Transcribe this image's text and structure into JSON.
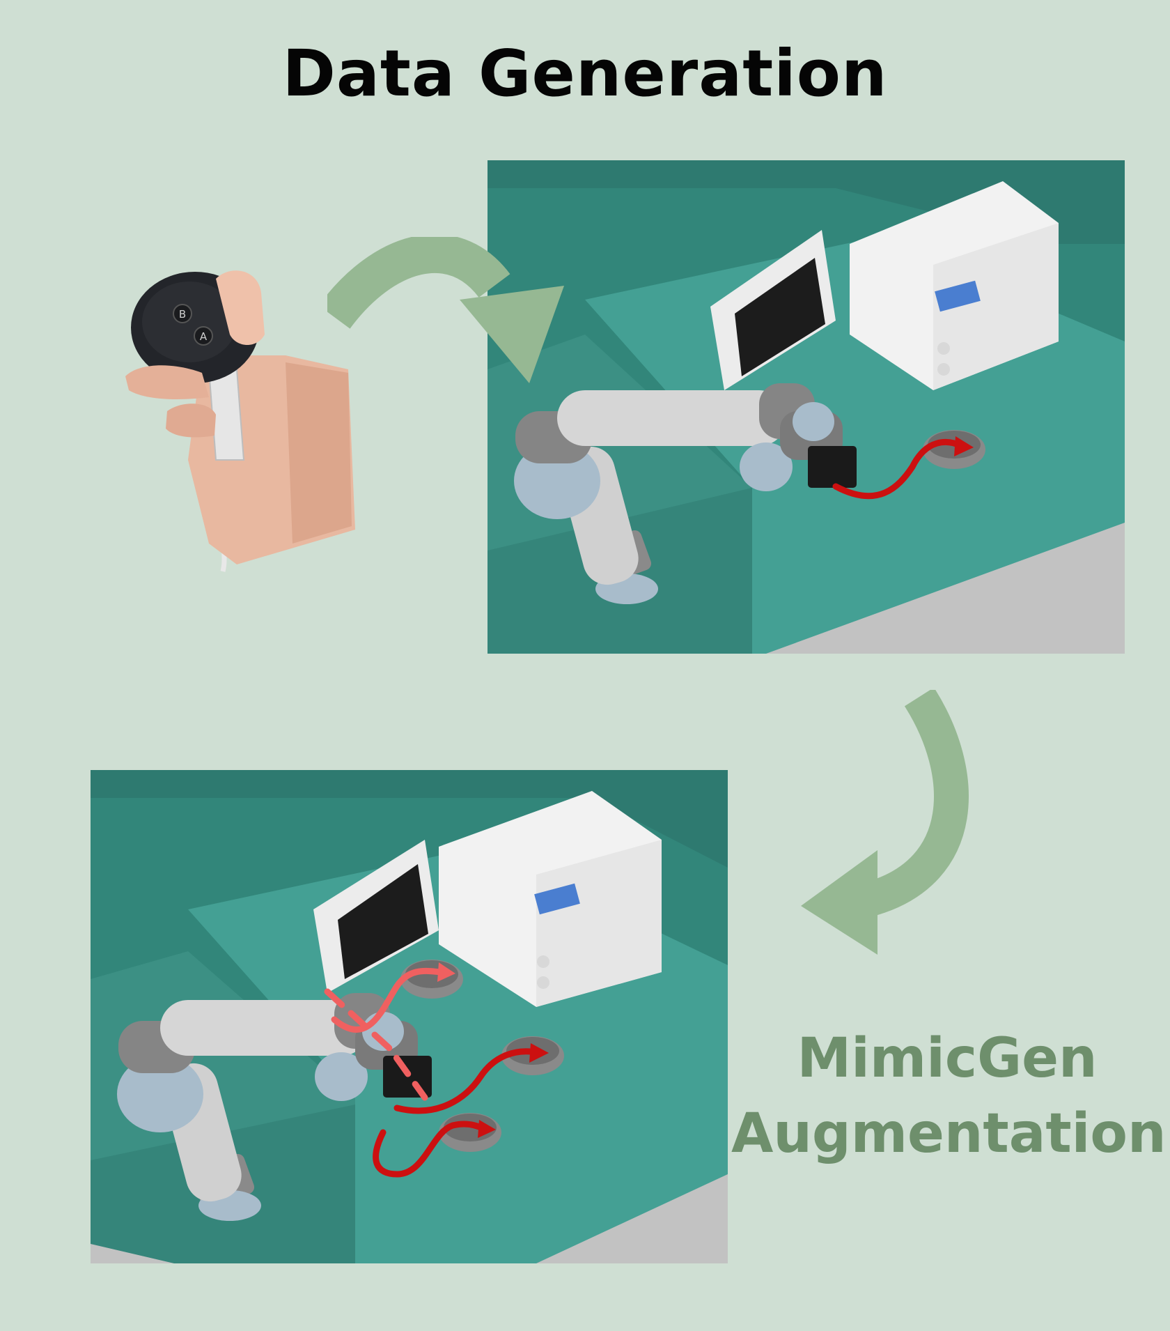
{
  "title": "Data Generation",
  "augmentation_label": {
    "line1": "MimicGen",
    "line2": "Augmentation"
  },
  "controller_buttons": {
    "top": "B",
    "bottom": "A"
  },
  "colors": {
    "background": "#cfdfd3",
    "arrow": "#96b893",
    "augmentation_text": "#6e8f6c",
    "scene_green": "#3a8c80",
    "trajectory_red": "#cc1010",
    "trajectory_light_red": "#f06060"
  }
}
